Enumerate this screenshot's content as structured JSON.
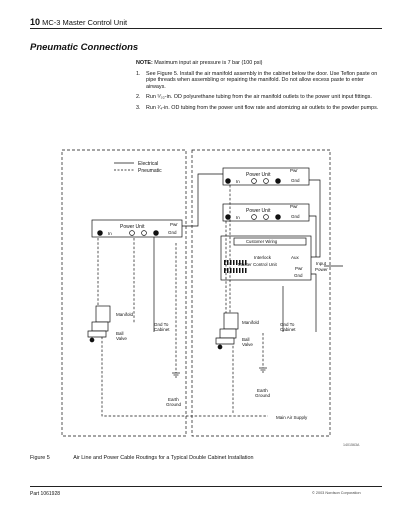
{
  "header": {
    "page_number": "10",
    "section": "MC-3 Master Control Unit"
  },
  "title": "Pneumatic Connections",
  "note": {
    "label": "NOTE:",
    "text": "Maximum input air pressure is 7 bar (100 psi)"
  },
  "steps": [
    {
      "n": "1.",
      "text": "See Figure 5. Install the air manifold assembly in the cabinet below the door. Use Teflon paste on pipe threads when assembling or repairing the manifold. Do not allow excess paste to enter airways."
    },
    {
      "n": "2.",
      "text": "Run ⁵⁄₃₂-in. OD polyurethane tubing from the air manifold outlets to the power unit input fittings."
    },
    {
      "n": "3.",
      "text": "Run ¹⁄₄-in. OD tubing from the power unit flow rate and atomizing air outlets to the powder pumps."
    }
  ],
  "diagram": {
    "legend_electrical": "Electrical",
    "legend_pneumatic": "Pneumatic",
    "power_unit": "Power Unit",
    "pwr": "Pwr",
    "gnd": "Gnd",
    "in": "In",
    "customer_wiring": "Customer Wiring",
    "interlock": "Interlock",
    "aux": "Aux",
    "master_control_unit": "Master Control Unit",
    "input_power_1": "Input",
    "input_power_2": "Power",
    "manifold": "Manifold",
    "ball": "Ball",
    "valve": "Valve",
    "gnd_to": "Gnd To",
    "cabinet": "Cabinet",
    "earth": "Earth",
    "ground": "Ground",
    "main_air_supply": "Main Air Supply",
    "figure_id": "1401563A"
  },
  "caption": {
    "number": "Figure 5",
    "text": "Air Line and Power Cable Routings for a Typical Double Cabinet Installation"
  },
  "footer": {
    "part": "Part 1061928",
    "copyright": "© 2003 Nordson Corporation"
  }
}
